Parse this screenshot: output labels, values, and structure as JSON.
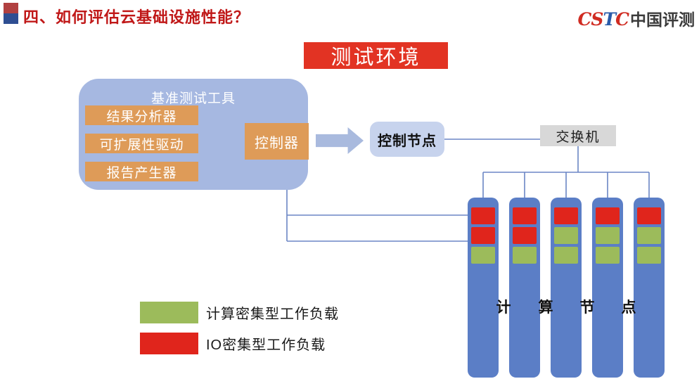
{
  "header": {
    "title": "四、如何评估云基础设施性能？",
    "logo": {
      "latin_red_1": "CS",
      "latin_blue": "T",
      "latin_red_2": "C",
      "cn": "中国评测"
    }
  },
  "banner": {
    "label": "测试环境"
  },
  "toolbox": {
    "title": "基准测试工具",
    "items": [
      "结果分析器",
      "可扩展性驱动",
      "报告产生器"
    ],
    "controller_label": "控制器"
  },
  "flow": {
    "control_node_label": "控制节点",
    "switch_label": "交换机"
  },
  "compute": {
    "label_chars": [
      "计",
      "算",
      "节",
      "点"
    ],
    "bars": [
      {
        "segments": [
          "io",
          "io",
          "compute"
        ]
      },
      {
        "segments": [
          "io",
          "io",
          "compute"
        ]
      },
      {
        "segments": [
          "io",
          "compute",
          "compute"
        ]
      },
      {
        "segments": [
          "io",
          "compute",
          "compute"
        ]
      },
      {
        "segments": [
          "io",
          "compute",
          "compute"
        ]
      }
    ]
  },
  "legend": [
    {
      "key": "compute",
      "label": "计算密集型工作负载"
    },
    {
      "key": "io",
      "label": "IO密集型工作负载"
    }
  ],
  "colors": {
    "title_red": "#c01818",
    "banner_red": "#e23323",
    "icon_red": "#b14040",
    "icon_blue": "#2e4e92",
    "logo_red": "#d02c22",
    "logo_blue": "#2a5caa",
    "text_dark": "#3b3b3b",
    "rect_blue": "#a6b8e1",
    "orange": "#de9b58",
    "arrow_blue": "#a9bade",
    "node_blue": "#c7d3ed",
    "gray": "#d8d8d8",
    "line_blue": "#6b85c5",
    "bar_blue": "#5b7ec6",
    "io_red": "#e0251c",
    "compute_green": "#9cbb5b"
  }
}
